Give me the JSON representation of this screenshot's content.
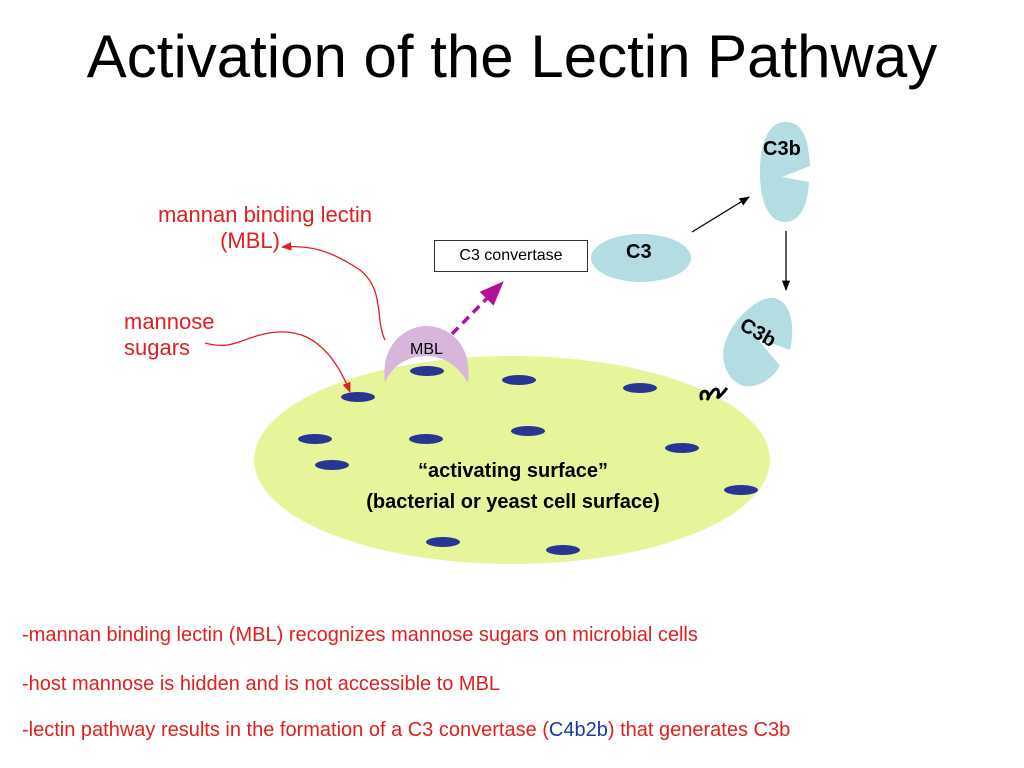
{
  "title": "Activation of the Lectin Pathway",
  "labels": {
    "mbl_line1": "mannan binding lectin",
    "mbl_line2": "(MBL)",
    "mannose_line1": "mannose",
    "mannose_line2": "sugars",
    "mbl": "MBL",
    "c3_convertase": "C3 convertase",
    "c3": "C3",
    "c3b_top": "C3b",
    "c3b_bound": "C3b",
    "surface_line1": "“activating surface”",
    "surface_line2": "(bacterial or yeast cell surface)"
  },
  "bullets": {
    "b1": "-mannan binding lectin (MBL) recognizes mannose sugars on microbial cells",
    "b2": "-host mannose is hidden and is not accessible to MBL",
    "b3_prefix": "-lectin pathway results in the formation of a C3 convertase (",
    "b3_highlight": "C4b2b",
    "b3_suffix": ") that generates C3b"
  },
  "colors": {
    "surface": "#e6f59a",
    "mannose": "#283593",
    "mbl": "#d8b6dc",
    "c3": "#b3dde3",
    "red_text": "#e02020",
    "blue_text": "#1a3aa0",
    "dashed_arrow": "#b0109a"
  }
}
